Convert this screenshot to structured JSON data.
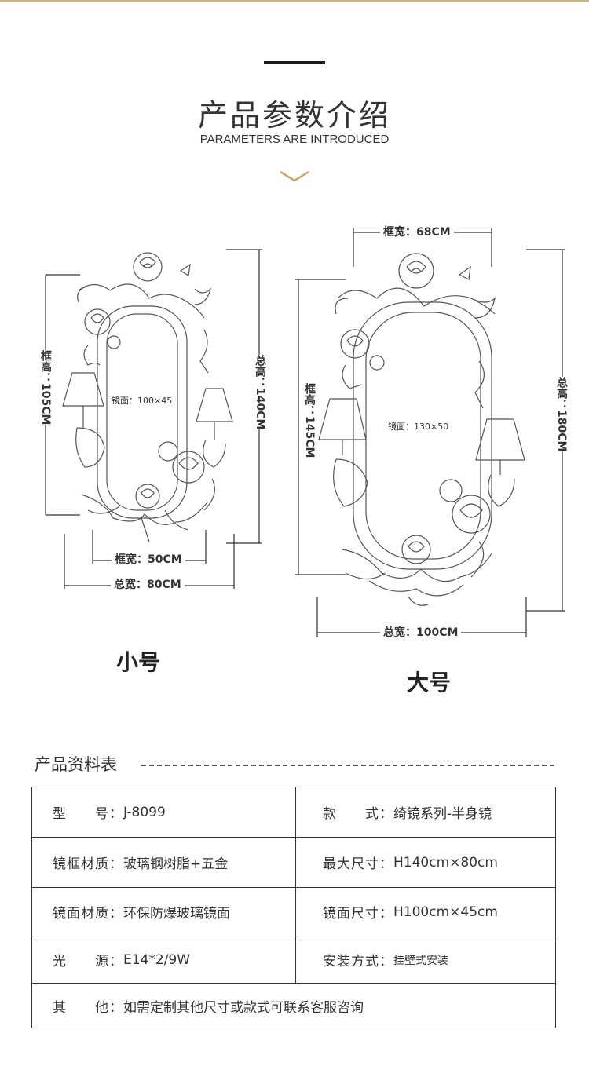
{
  "header": {
    "title_cn": "产品参数介绍",
    "title_en": "PARAMETERS ARE INTRODUCED"
  },
  "small": {
    "name": "小号",
    "frame_height": "框高：105CM",
    "total_height": "总高：140CM",
    "frame_width": "框宽：50CM",
    "total_width": "总宽：80CM",
    "mirror": "镜面：100×45"
  },
  "large": {
    "name": "大号",
    "frame_width": "框宽：68CM",
    "frame_height": "框高：145CM",
    "total_height": "总高：180CM",
    "total_width": "总宽：100CM",
    "mirror": "镜面：130×50"
  },
  "table": {
    "title": "产品资料表",
    "rows": [
      {
        "lk": "型　　号：",
        "lv": "J-8099",
        "rk": "款　　式：",
        "rv": "绮镜系列-半身镜"
      },
      {
        "lk": "镜框材质：",
        "lv": "玻璃钢树脂+五金",
        "rk": "最大尺寸：",
        "rv": "H140cm×80cm"
      },
      {
        "lk": "镜面材质：",
        "lv": "环保防爆玻璃镜面",
        "rk": "镜面尺寸：",
        "rv": "H100cm×45cm"
      },
      {
        "lk": "光　　源：",
        "lv": "E14*2/9W",
        "rk": "安装方式：",
        "rv": "挂壁式安装"
      }
    ],
    "last": {
      "k": "其　　他：",
      "v": "如需定制其他尺寸或款式可联系客服咨询"
    }
  },
  "colors": {
    "accent_gold": "#c9a86a",
    "line": "#333333"
  }
}
